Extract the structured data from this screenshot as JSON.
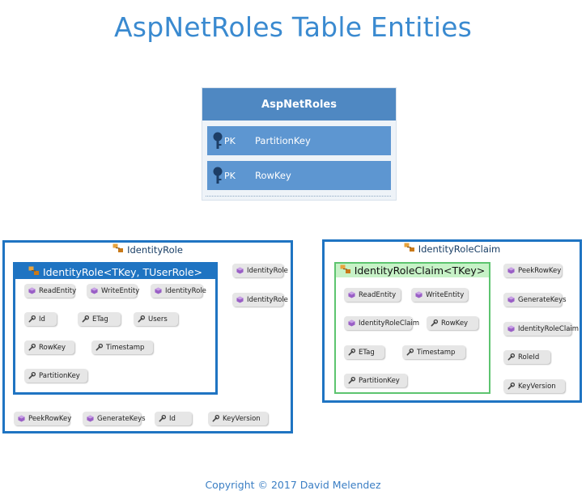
{
  "title": "AspNetRoles Table Entities",
  "copyright": "Copyright © 2017 David Melendez",
  "table": {
    "name": "AspNetRoles",
    "fields": [
      {
        "tag": "PK",
        "name": "PartitionKey"
      },
      {
        "tag": "PK",
        "name": "RowKey"
      }
    ]
  },
  "identity_role": {
    "name": "IdentityRole",
    "inner_name": "IdentityRole<TKey, TUserRole>",
    "inner_members": [
      {
        "label": "ReadEntity",
        "kind": "method"
      },
      {
        "label": "WriteEntity",
        "kind": "method"
      },
      {
        "label": "IdentityRole",
        "kind": "method"
      },
      {
        "label": "Id",
        "kind": "property"
      },
      {
        "label": "ETag",
        "kind": "property"
      },
      {
        "label": "Users",
        "kind": "property"
      },
      {
        "label": "RowKey",
        "kind": "property"
      },
      {
        "label": "Timestamp",
        "kind": "property"
      },
      {
        "label": "PartitionKey",
        "kind": "property"
      }
    ],
    "side_members": [
      {
        "label": "IdentityRole",
        "kind": "method"
      },
      {
        "label": "IdentityRole",
        "kind": "method"
      }
    ],
    "bottom_members": [
      {
        "label": "PeekRowKey",
        "kind": "method"
      },
      {
        "label": "GenerateKeys",
        "kind": "method"
      },
      {
        "label": "Id",
        "kind": "property"
      },
      {
        "label": "KeyVersion",
        "kind": "property"
      }
    ]
  },
  "identity_role_claim": {
    "name": "IdentityRoleClaim",
    "inner_name": "IdentityRoleClaim<TKey>",
    "inner_members": [
      {
        "label": "ReadEntity",
        "kind": "method"
      },
      {
        "label": "WriteEntity",
        "kind": "method"
      },
      {
        "label": "IdentityRoleClaim",
        "kind": "method"
      },
      {
        "label": "RowKey",
        "kind": "property"
      },
      {
        "label": "ETag",
        "kind": "property"
      },
      {
        "label": "Timestamp",
        "kind": "property"
      },
      {
        "label": "PartitionKey",
        "kind": "property"
      }
    ],
    "side_members": [
      {
        "label": "PeekRowKey",
        "kind": "method"
      },
      {
        "label": "GenerateKeys",
        "kind": "method"
      },
      {
        "label": "IdentityRoleClaim",
        "kind": "method"
      },
      {
        "label": "RoleId",
        "kind": "property"
      },
      {
        "label": "KeyVersion",
        "kind": "property"
      }
    ]
  },
  "colors": {
    "title": "#3a8ad0",
    "table_header": "#4f88c2",
    "table_row": "#5d96d1",
    "class_border": "#1f74c2",
    "generic_green_header": "#c7f2c7",
    "method_icon": "#9a5fc6",
    "property_icon": "#444444"
  },
  "icons": {
    "method": "purple-cube-icon",
    "property": "wrench-icon",
    "key": "key-icon",
    "class": "class-icon"
  }
}
